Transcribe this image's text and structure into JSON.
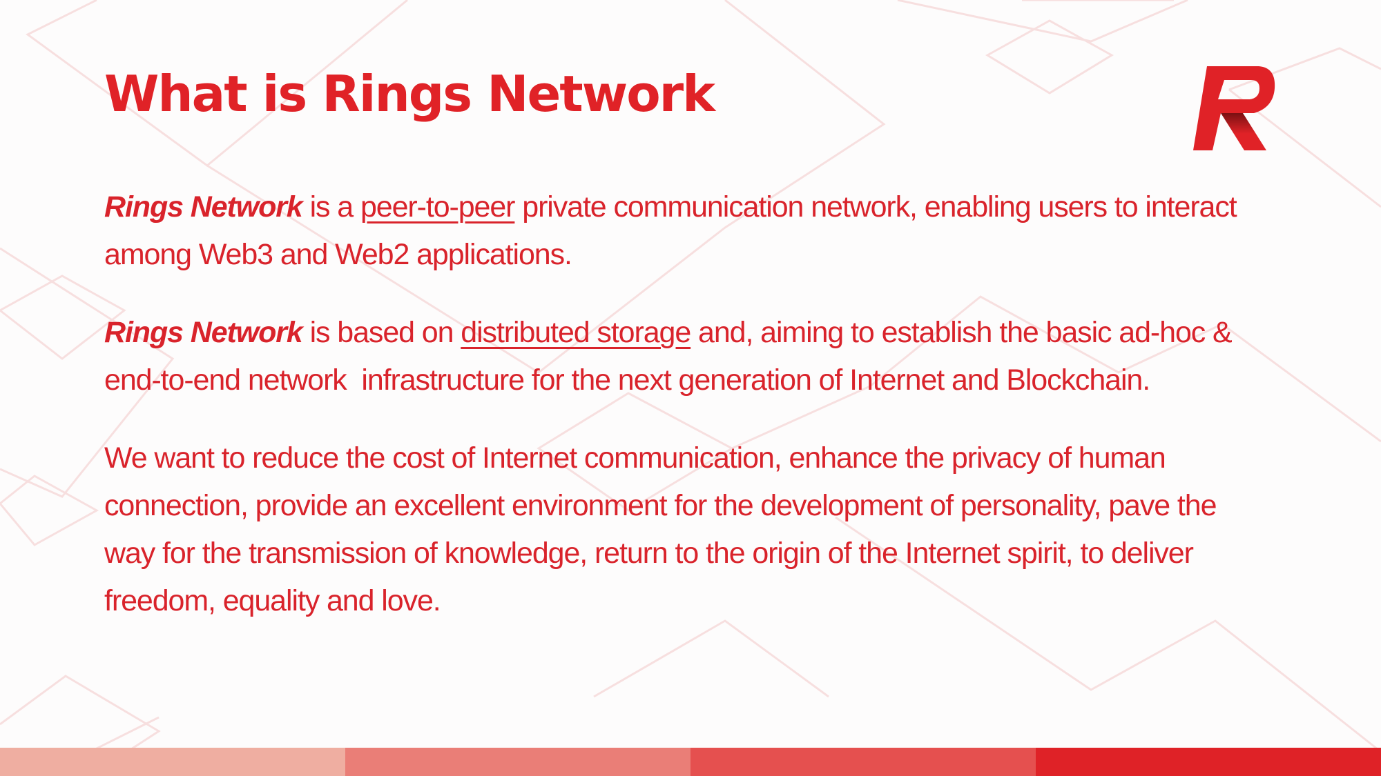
{
  "slide": {
    "title": "What is Rings Network",
    "logo": {
      "letter": "R",
      "icon": "rings-network-logo-icon",
      "color": "#e02227",
      "shadow_color": "#7a1012"
    },
    "paragraphs": [
      {
        "segments": [
          {
            "text": "Rings Network",
            "style": "bold-italic"
          },
          {
            "text": " is a ",
            "style": "normal"
          },
          {
            "text": "peer-to-peer",
            "style": "underline"
          },
          {
            "text": " private communication network, enabling users to interact among Web3 and Web2 applications.",
            "style": "normal"
          }
        ]
      },
      {
        "segments": [
          {
            "text": "Rings Network",
            "style": "bold-italic"
          },
          {
            "text": " is based on ",
            "style": "normal"
          },
          {
            "text": "distributed storage",
            "style": "underline"
          },
          {
            "text": " and, aiming to establish the basic ad-hoc & end-to-end network  infrastructure for the next generation of Internet and Blockchain.",
            "style": "normal"
          }
        ]
      },
      {
        "segments": [
          {
            "text": "We want to reduce the cost of Internet communication, enhance the privacy of human connection, provide an excellent environment for the development of personality, pave the way for the transmission of knowledge, return to the origin of the Internet spirit, to deliver freedom, equality and love.",
            "style": "normal"
          }
        ]
      }
    ],
    "footer_bar_colors": [
      "#efaea1",
      "#ea7e77",
      "#e5504f",
      "#df2227"
    ],
    "colors": {
      "accent": "#e02227",
      "text": "#d9232b",
      "background": "#fdfcfc",
      "pattern": "#f6dcdc"
    }
  }
}
